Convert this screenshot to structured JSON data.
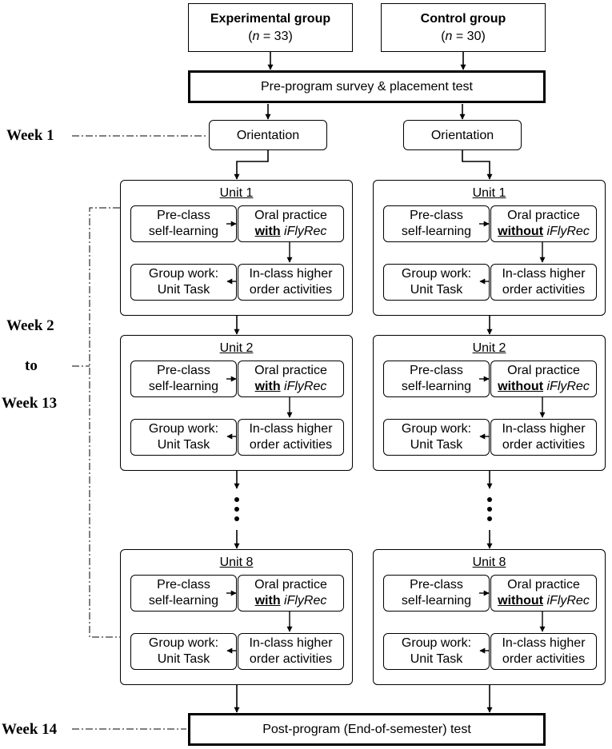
{
  "groups": {
    "experimental": {
      "name": "Experimental group",
      "n_prefix": "(",
      "n_var": "n",
      "n_suffix": " = 33)"
    },
    "control": {
      "name": "Control group",
      "n_prefix": "(",
      "n_var": "n",
      "n_suffix": " = 30)"
    }
  },
  "pre_program": "Pre-program survey & placement test",
  "post_program": "Post-program (End-of-semester) test",
  "orientation": "Orientation",
  "weeks": {
    "week1": "Week 1",
    "week2": "Week 2",
    "to": "to",
    "week13": "Week 13",
    "week14": "Week 14"
  },
  "units": {
    "unit1": "Unit 1",
    "unit2": "Unit 2",
    "unit8": "Unit 8"
  },
  "activities": {
    "pre_line1": "Pre-class",
    "pre_line2": "self-learning",
    "oral_line1": "Oral practice",
    "with_word": "with",
    "without_word": "without",
    "tool": "iFlyRec",
    "group_line1": "Group work:",
    "group_line2": "Unit Task",
    "higher_line1": "In-class higher",
    "higher_line2": "order activities"
  }
}
